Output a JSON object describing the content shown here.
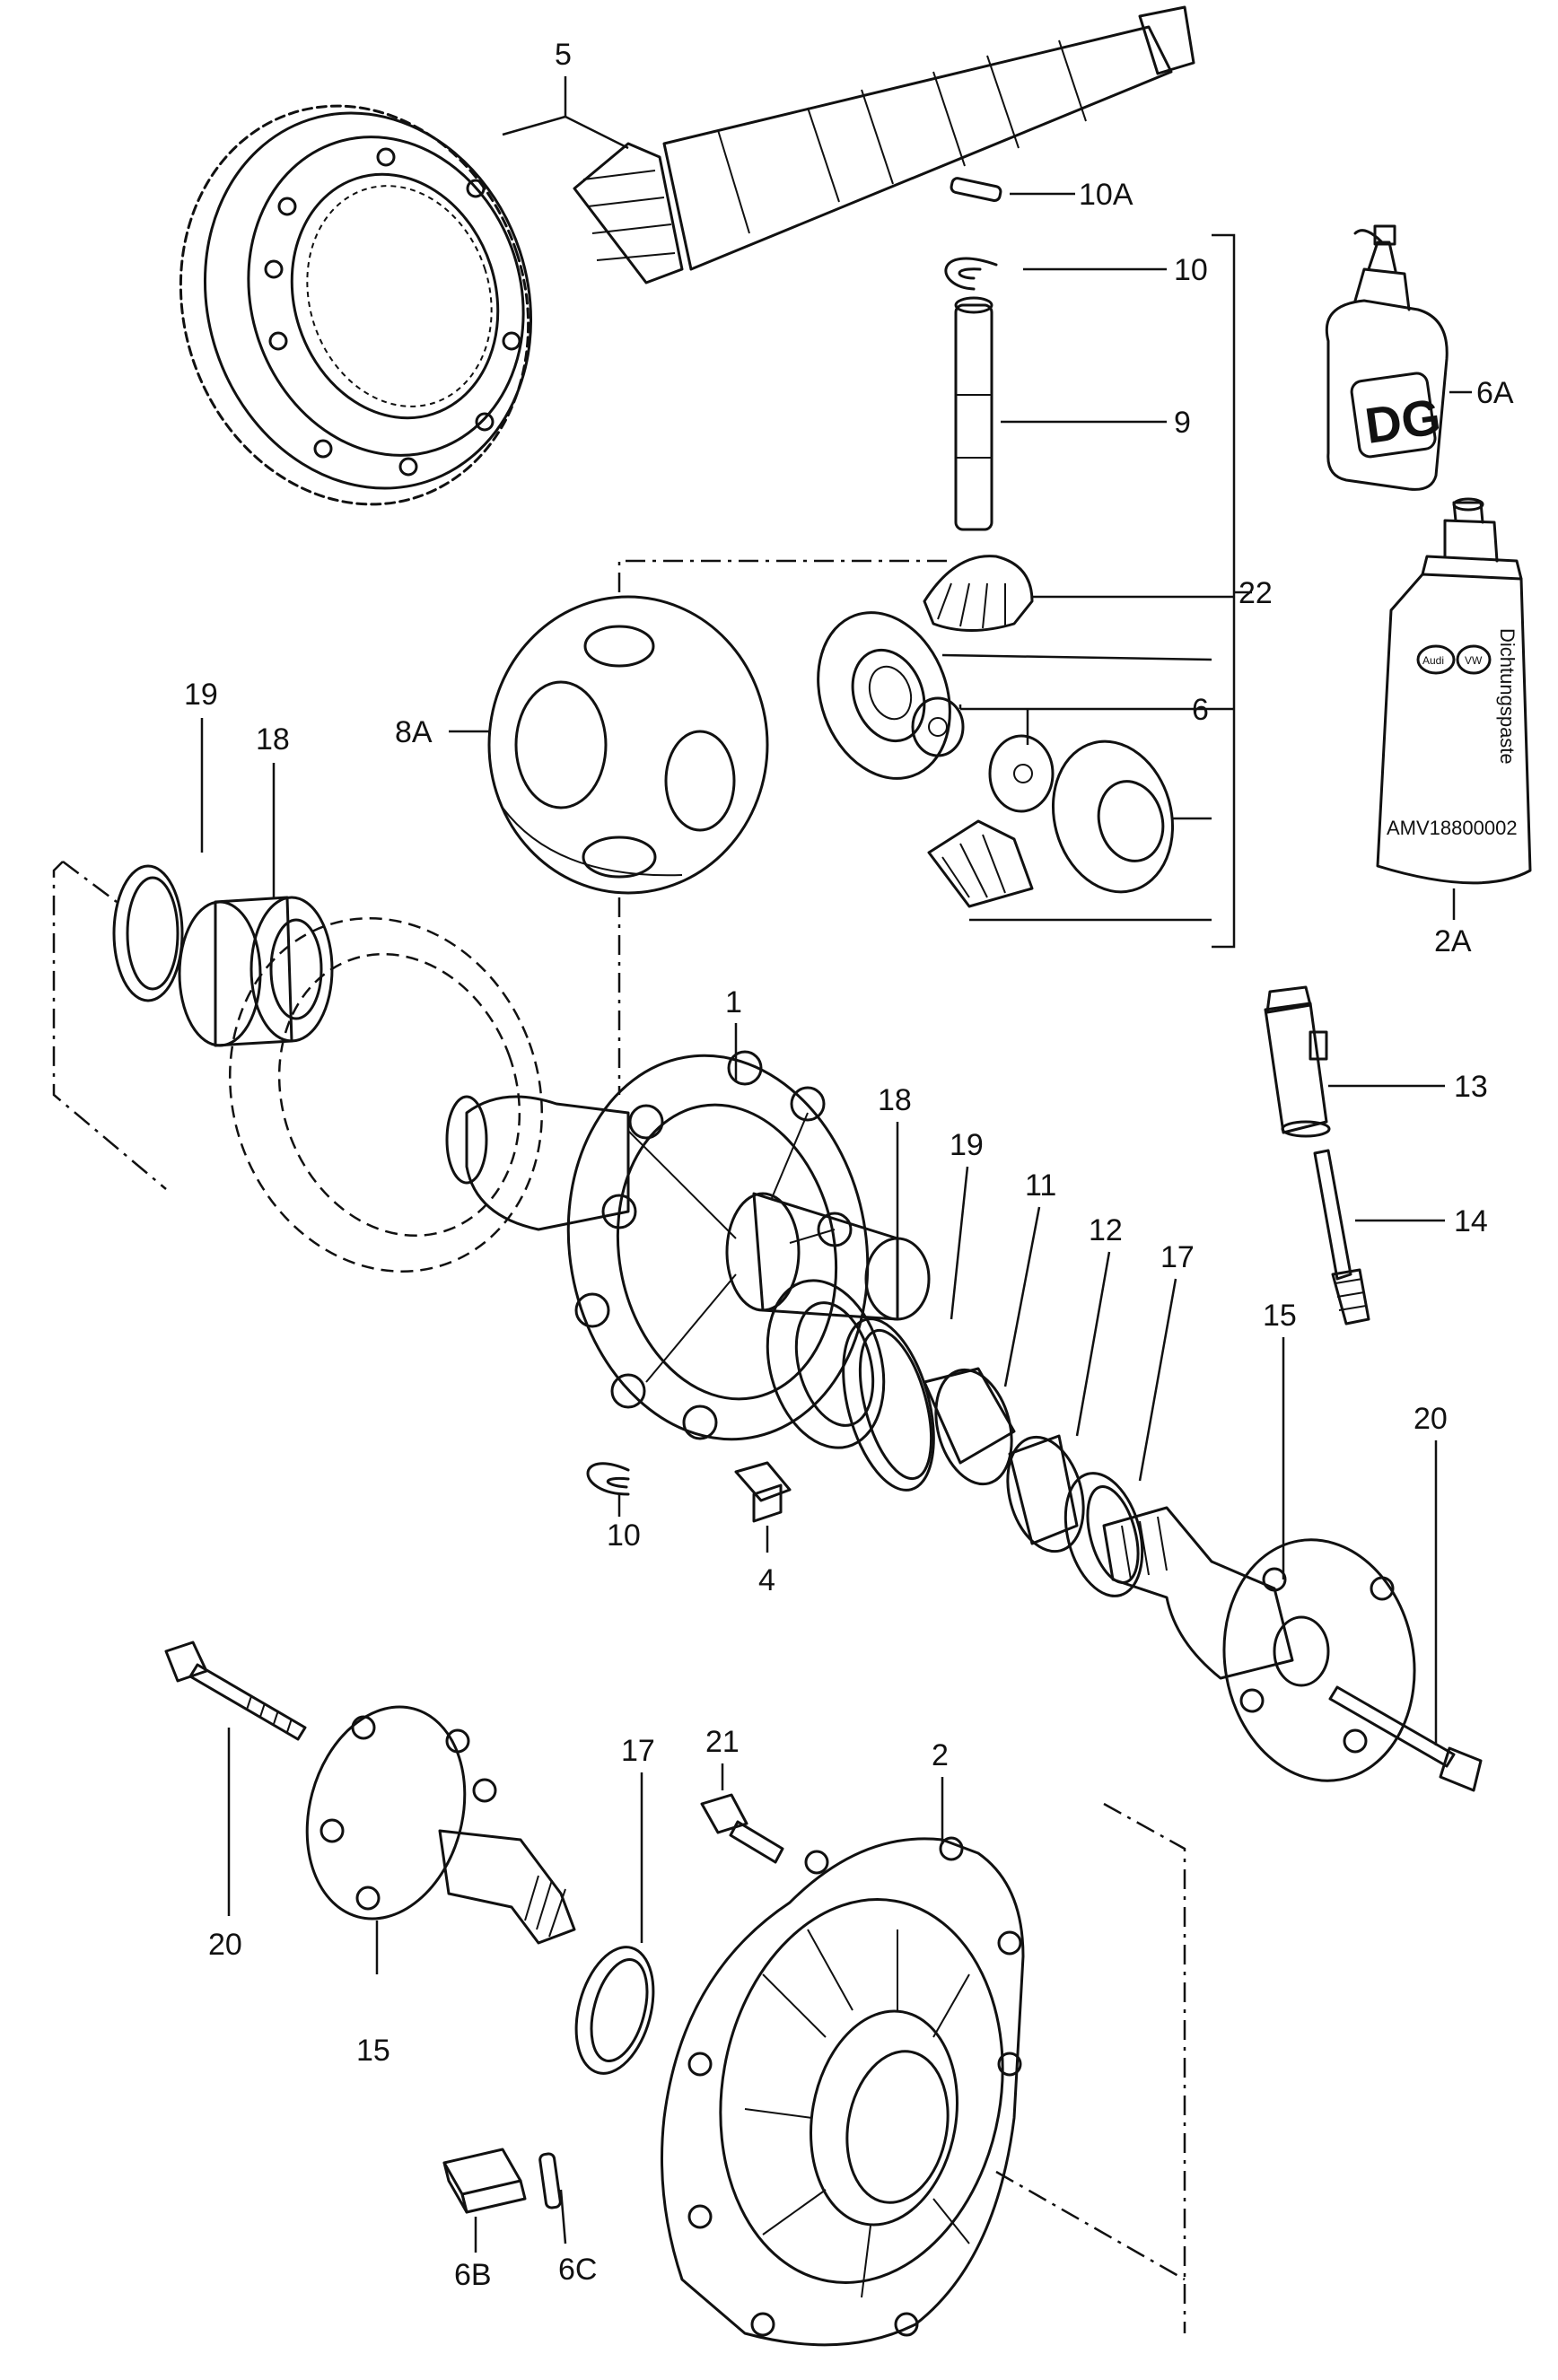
{
  "labels": {
    "l5": "5",
    "l10A": "10A",
    "l10_top": "10",
    "l9": "9",
    "l6A": "6A",
    "l22": "22",
    "l6": "6",
    "l8A": "8A",
    "l19_left": "19",
    "l18_left": "18",
    "l2A": "2A",
    "l1": "1",
    "l13": "13",
    "l18_right": "18",
    "l19_right": "19",
    "l11": "11",
    "l12": "12",
    "l17_right": "17",
    "l15_right": "15",
    "l20_right": "20",
    "l14": "14",
    "l10_bottom": "10",
    "l4": "4",
    "l20_left": "20",
    "l17_bottom": "17",
    "l21": "21",
    "l2": "2",
    "l15_left": "15",
    "l6B": "6B",
    "l6C": "6C"
  },
  "products": {
    "oil_bottle_text": "DG",
    "tube_brand_1": "Audi",
    "tube_brand_2": "VW",
    "tube_title": "Dichtungspaste",
    "tube_part_number": "AMV18800002"
  }
}
